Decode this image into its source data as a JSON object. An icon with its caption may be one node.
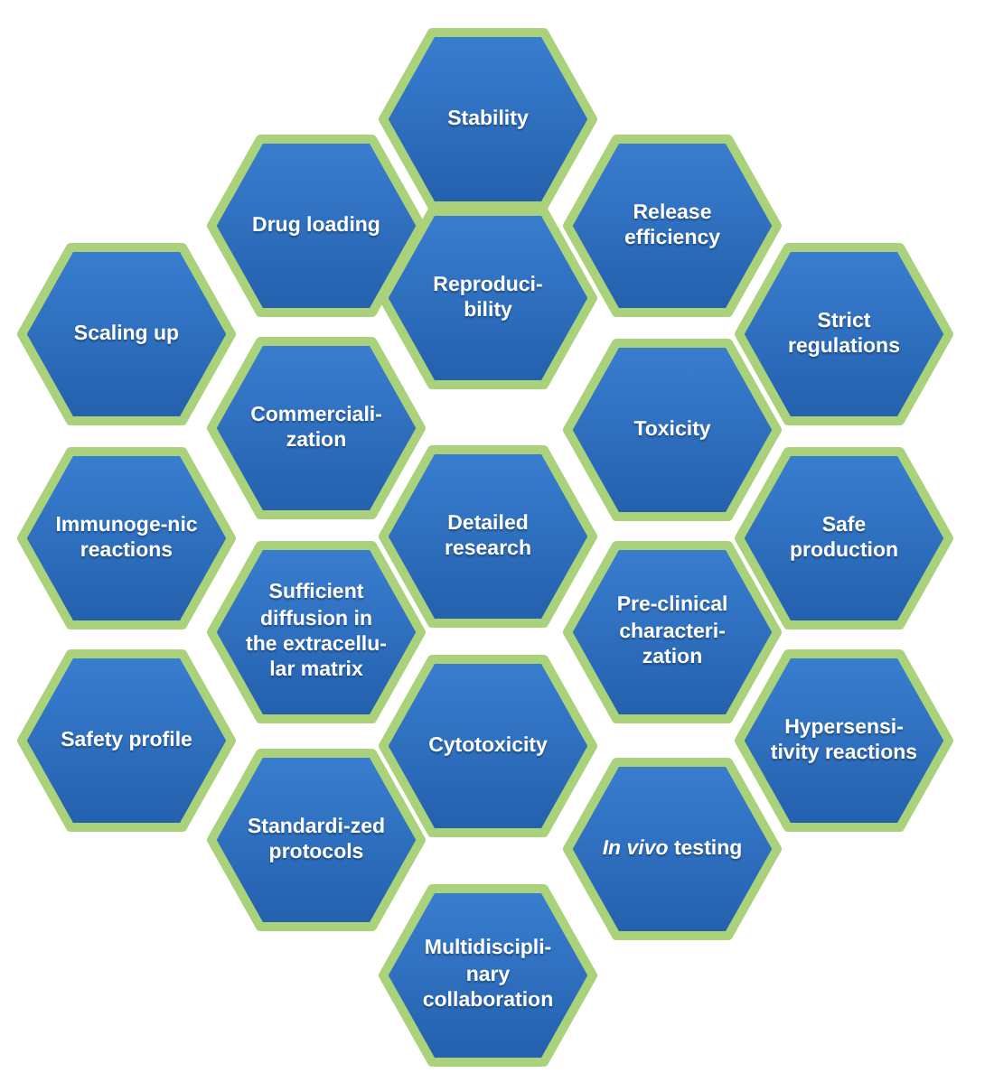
{
  "diagram": {
    "nodes": [
      {
        "text": [
          "Stability"
        ]
      },
      {
        "text": [
          "Drug loading"
        ]
      },
      {
        "text": [
          "Release efficiency"
        ]
      },
      {
        "text": [
          "Scaling up"
        ]
      },
      {
        "text": [
          "Reproduci-bility"
        ]
      },
      {
        "text": [
          "Strict regulations"
        ]
      },
      {
        "text": [
          "Commerciali-zation"
        ]
      },
      {
        "text": [
          "Toxicity"
        ]
      },
      {
        "text": [
          "Immunoge-nic reactions"
        ]
      },
      {
        "text": [
          "Detailed research"
        ]
      },
      {
        "text": [
          "Safe production"
        ]
      },
      {
        "text": [
          "Sufficient diffusion in the extracellu-lar matrix"
        ]
      },
      {
        "text": [
          "Pre-clinical characteri-zation"
        ]
      },
      {
        "text": [
          "Safety profile"
        ]
      },
      {
        "text": [
          "Cytotoxicity"
        ]
      },
      {
        "text": [
          "Hypersensi-tivity reactions"
        ]
      },
      {
        "text": [
          "Standardi-zed protocols"
        ]
      },
      {
        "text": [
          "*In vivo* testing"
        ]
      },
      {
        "text": [
          "Multidiscipli-nary collaboration"
        ]
      }
    ]
  }
}
